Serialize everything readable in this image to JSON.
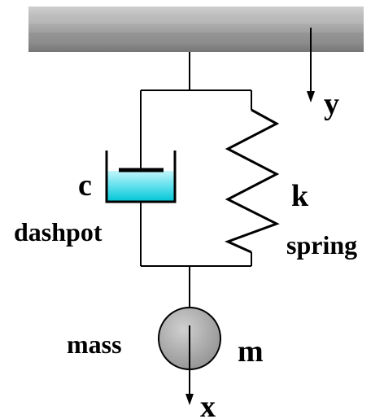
{
  "labels": {
    "displacement_y": "y",
    "damping_coefficient": "c",
    "dashpot": "dashpot",
    "spring_constant": "k",
    "spring": "spring",
    "mass_word": "mass",
    "mass_symbol": "m",
    "displacement_x": "x"
  },
  "colors": {
    "ceiling_light": "#c8c8c8",
    "ceiling_dark": "#7a7a7a",
    "fluid_top": "#b8f4fb",
    "fluid_bottom": "#00c8d8",
    "mass_fill": "#b0b0b0",
    "stroke": "#000000"
  }
}
